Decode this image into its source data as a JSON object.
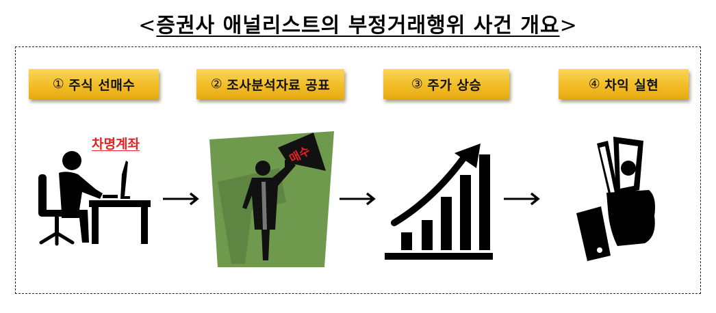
{
  "title": {
    "open_bracket": "<",
    "text": "증권사 애널리스트의 부정거래행위 사건 개요",
    "close_bracket": ">"
  },
  "steps": [
    {
      "number": "①",
      "label": "주식 선매수",
      "icon": "person-at-computer-icon",
      "annotation": "차명계좌"
    },
    {
      "number": "②",
      "label": "조사분석자료 공표",
      "icon": "person-with-megaphone-icon",
      "megaphone_text": "매수"
    },
    {
      "number": "③",
      "label": "주가 상승",
      "icon": "rising-bar-chart-icon"
    },
    {
      "number": "④",
      "label": "차익 실현",
      "icon": "hand-holding-money-icon"
    }
  ],
  "arrows": [
    "→",
    "→",
    "→"
  ],
  "colors": {
    "label_bg": "#f2bb22",
    "annotation_red": "#e52121",
    "poster_green": "#6f9a4e",
    "frame_border": "#222222"
  }
}
